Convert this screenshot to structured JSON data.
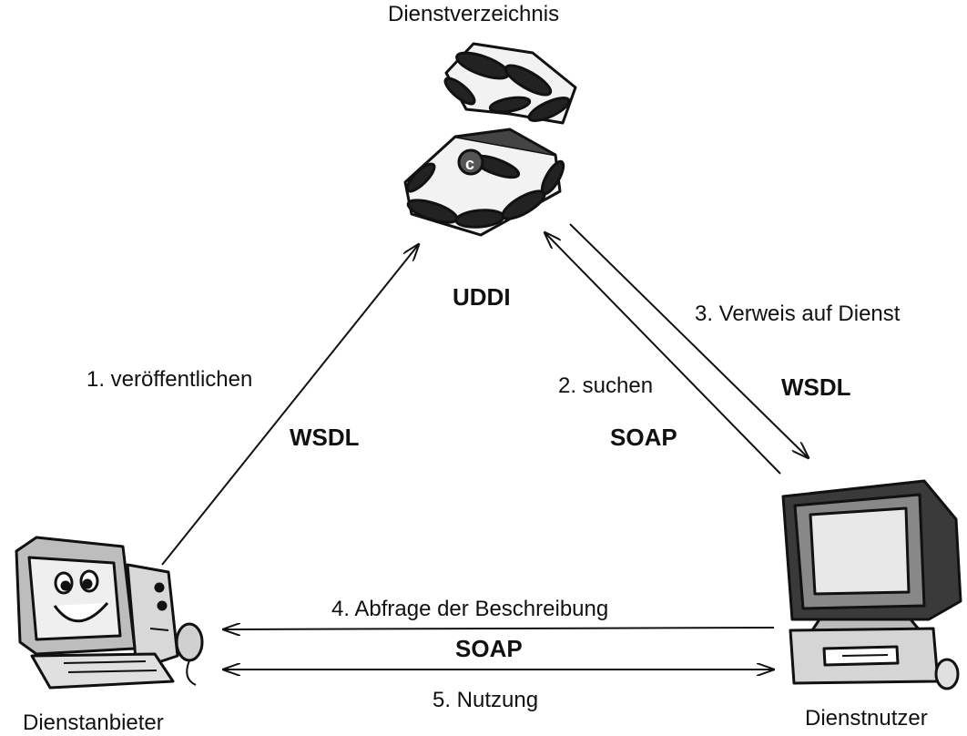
{
  "nodes": {
    "registry": {
      "title": "Dienstverzeichnis",
      "label": "UDDI",
      "icon": "treasure-chest-icon"
    },
    "provider": {
      "label": "Dienstanbieter",
      "icon": "cartoon-computer-icon"
    },
    "consumer": {
      "label": "Dienstnutzer",
      "icon": "desktop-computer-icon"
    }
  },
  "edges": {
    "publish": {
      "step": "1. veröffentlichen",
      "protocol": "WSDL"
    },
    "search": {
      "step": "2. suchen",
      "protocol": "SOAP"
    },
    "reference": {
      "step": "3. Verweis auf Dienst",
      "protocol": "WSDL"
    },
    "query": {
      "step": "4. Abfrage der Beschreibung"
    },
    "use": {
      "step": "5. Nutzung"
    },
    "bottom_protocol": "SOAP"
  }
}
